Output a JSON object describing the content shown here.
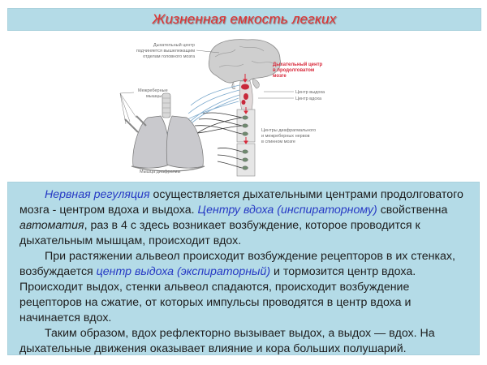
{
  "title": "Жизненная емкость легких",
  "figure": {
    "labels": {
      "resp_center_subordinate": [
        "Дыхательный центр",
        "подчиняется вышележащим",
        "отделам головного мозга"
      ],
      "resp_center_medulla": [
        "Дыхательный центр",
        "в продолговатом",
        "мозге"
      ],
      "expiration_center": "Центр выдоха",
      "inspiration_center": "Центр вдоха",
      "intercostal_muscles": [
        "Межреберные",
        "мышцы"
      ],
      "spinal_centers": [
        "Центры диафрагмального",
        "и межреберных нервов",
        "в спинном мозге"
      ],
      "diaphragm": "Мышца диафрагмы"
    }
  },
  "text": {
    "p1": {
      "hl1": "Нервная регуляция",
      "t1": " осуществляется дыхательными центрами продолговатого мозга - центром вдоха и выдоха. ",
      "hl2": "Центру вдоха (инспираторному)",
      "t2": " свойственна ",
      "em1": "автоматия",
      "t3": ", раз в 4 с здесь возникает возбуждение, которое проводится к дыхательным мышцам, происходит вдох."
    },
    "p2": {
      "t1": "При растяжении альвеол происходит возбуждение рецепторов в их стенках, возбуждается ",
      "hl1": "центр выдоха (экспираторный)",
      "t2": " и тормозится центр вдоха. Происходит выдох, стенки альвеол спадаются, происходит возбуждение рецепторов на сжатие, от которых импульсы проводятся в центр вдоха и начинается вдох."
    },
    "p3": {
      "t1": "Таким образом, вдох рефлекторно вызывает выдох, а выдох — вдох. На дыхательные движения оказывает влияние и кора больших полушарий."
    }
  },
  "colors": {
    "panel_bg": "#b4dbe7",
    "title_red": "#e0302f",
    "highlight_blue": "#2639c4",
    "body_text": "#1d1d1d"
  }
}
